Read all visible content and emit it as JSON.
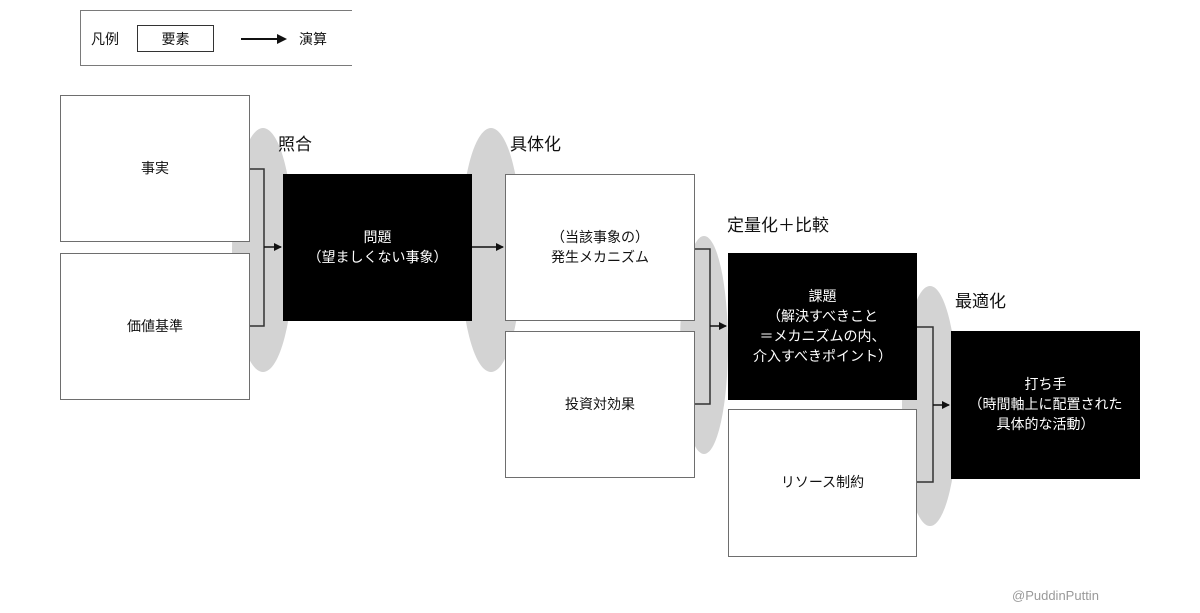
{
  "legend": {
    "title": "凡例",
    "element_label": "要素",
    "operation_label": "演算"
  },
  "operations": {
    "collation": "照合",
    "concretization": "具体化",
    "quantify_compare": "定量化＋比較",
    "optimization": "最適化"
  },
  "nodes": {
    "fact": "事実",
    "value_criteria": "価値基準",
    "problem": "問題\n（望ましくない事象）",
    "mechanism": "（当該事象の）\n発生メカニズム",
    "investment_effect": "投資対効果",
    "task": "課題\n（解決すべきこと\n＝メカニズムの内、\n介入すべきポイント）",
    "resource_constraint": "リソース制約",
    "action": "打ち手\n（時間軸上に配置された\n具体的な活動）"
  },
  "colors": {
    "dark_box": "#000000",
    "oval": "#d3d3d3",
    "box_border": "#6e6e6e"
  },
  "watermark": "@PuddinPuttin"
}
